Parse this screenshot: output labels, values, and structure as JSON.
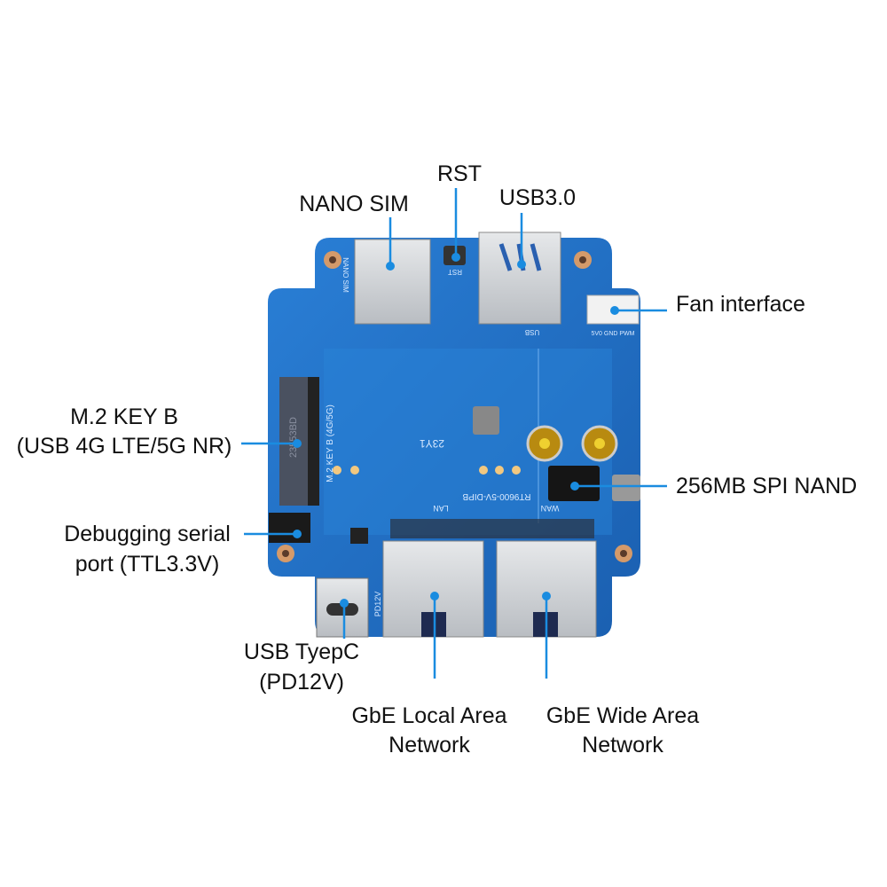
{
  "labels": {
    "nano_sim": "NANO SIM",
    "rst": "RST",
    "usb3": "USB3.0",
    "fan": "Fan interface",
    "m2_line1": "M.2 KEY B",
    "m2_line2": "(USB 4G LTE/5G NR)",
    "nand": "256MB SPI NAND",
    "debug_line1": "Debugging serial",
    "debug_line2": "port (TTL3.3V)",
    "usbc_line1": "USB TyepC",
    "usbc_line2": "(PD12V)",
    "lan_line1": "GbE Local Area",
    "lan_line2": "Network",
    "wan_line1": "GbE Wide Area",
    "wan_line2": "Network"
  },
  "silkscreen": {
    "model": "RT9600-5V-DIPB",
    "m2": "M.2 KEY B (4G/5G)",
    "sim": "NANO SIM",
    "rst": "RST",
    "usb": "USB",
    "fan_pins": "5V0 GND PWM",
    "lan": "LAN",
    "wan": "WAN",
    "pd": "PD12V",
    "m2_code": "23553BD",
    "date": "23Y1"
  },
  "colors": {
    "pcb": "#1f6fc4",
    "callout": "#1a8ce0"
  }
}
